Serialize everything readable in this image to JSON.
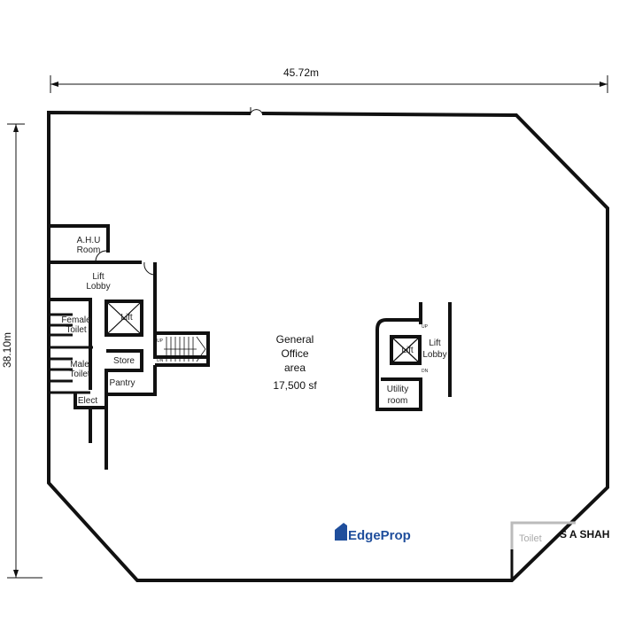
{
  "dimensions": {
    "width_label": "45.72m",
    "height_label": "38.10m"
  },
  "office": {
    "line1": "General",
    "line2": "Office",
    "line3": "area",
    "line4": "17,500 sf"
  },
  "left_core": {
    "ahu_1": "A.H.U",
    "ahu_2": "Room",
    "lobby_1": "Lift",
    "lobby_2": "Lobby",
    "lift": "Lift",
    "female_1": "Female",
    "female_2": "Toilet",
    "male_1": "Male",
    "male_2": "Toilet",
    "store": "Store",
    "pantry": "Pantry",
    "elect": "Elect",
    "up": "UP",
    "dn": "DN"
  },
  "right_core": {
    "lift": "Lift",
    "lobby_1": "Lift",
    "lobby_2": "Lobby",
    "utility_1": "Utility",
    "utility_2": "room",
    "up": "UP",
    "dn": "DN"
  },
  "toilet_label": "Toilet",
  "watermark": {
    "brand": "EdgeProp",
    "brand_color": "#1f4e9c",
    "agent": "S A SHAH"
  }
}
